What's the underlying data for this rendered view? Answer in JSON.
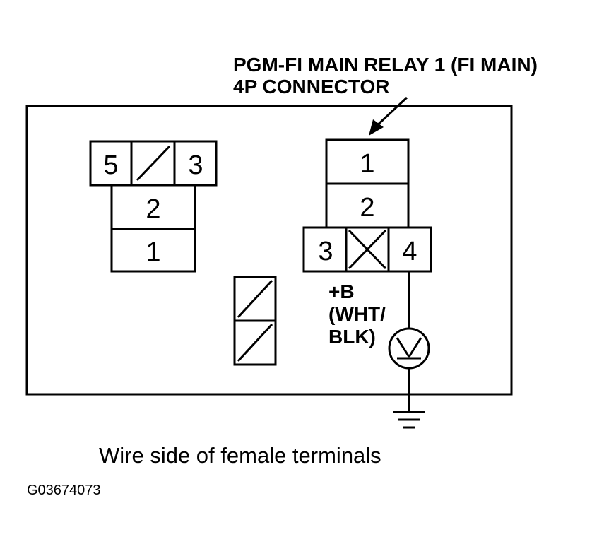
{
  "title": {
    "line1": "PGM-FI MAIN RELAY 1 (FI MAIN)",
    "line2": "4P CONNECTOR"
  },
  "left_connector": {
    "top_row": [
      "5",
      "3"
    ],
    "rows": [
      "2",
      "1"
    ]
  },
  "relay_connector": {
    "rows": [
      "1",
      "2"
    ],
    "bottom_row": [
      "3",
      "4"
    ]
  },
  "voltage_label": {
    "line1": "+B",
    "line2": "(WHT/",
    "line3": "BLK)"
  },
  "caption": "Wire side of female terminals",
  "figure_code": "G03674073",
  "icons": [
    "voltmeter-icon",
    "ground-icon",
    "arrow-icon"
  ]
}
